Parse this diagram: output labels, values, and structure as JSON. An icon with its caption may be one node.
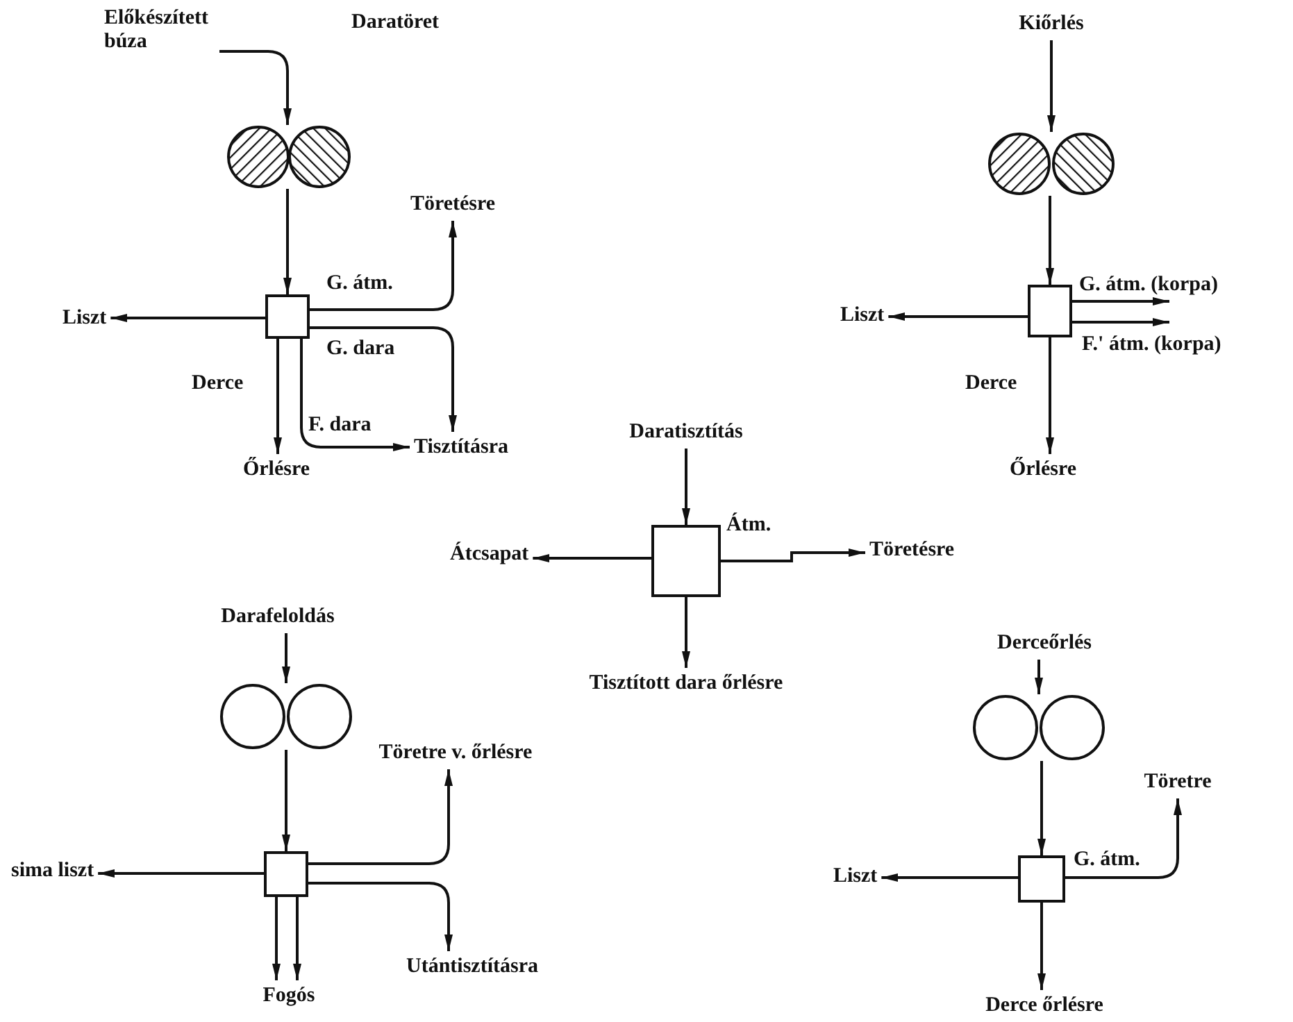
{
  "diagram": {
    "nodes": [
      {
        "text": [
          "Előkészített búza"
        ]
      },
      {
        "text": [],
        "shape": "hatched-circle"
      },
      {
        "text": [],
        "shape": "box"
      },
      {
        "text": [
          "Liszt"
        ]
      },
      {
        "text": [
          "Töretésre"
        ]
      },
      {
        "text": [
          "Őrlésre"
        ]
      },
      {
        "text": [
          "Tisztításra"
        ]
      },
      {
        "text": [
          "Kiőrlés"
        ]
      },
      {
        "text": [],
        "shape": "hatched-circle"
      },
      {
        "text": [],
        "shape": "box"
      },
      {
        "text": [
          "Liszt"
        ]
      },
      {
        "text": [
          "Őrlésre"
        ]
      },
      {
        "text": [
          "Daratisztítás"
        ]
      },
      {
        "text": [],
        "shape": "box"
      },
      {
        "text": [
          "Átcsapat"
        ]
      },
      {
        "text": [
          "Töretésre"
        ]
      },
      {
        "text": [
          "Tisztított dara őrlésre"
        ]
      },
      {
        "text": [
          "Darafeloldás"
        ]
      },
      {
        "text": [],
        "shape": "circle"
      },
      {
        "text": [],
        "shape": "box"
      },
      {
        "text": [
          "sima liszt"
        ]
      },
      {
        "text": [
          "Töretre v. őrlésre"
        ]
      },
      {
        "text": [
          "Fogós"
        ]
      },
      {
        "text": [
          "Utántisztításra"
        ]
      },
      {
        "text": [
          "Derceőrlés"
        ]
      },
      {
        "text": [],
        "shape": "circle"
      },
      {
        "text": [],
        "shape": "box"
      },
      {
        "text": [
          "Liszt"
        ]
      },
      {
        "text": [
          "Töretre"
        ]
      },
      {
        "text": [
          "Derce őrlésre"
        ]
      }
    ],
    "edges": [
      {
        "from": 0,
        "to": 1,
        "arrow": "to"
      },
      {
        "from": 1,
        "to": 2,
        "arrow": "to"
      },
      {
        "from": 2,
        "to": 3,
        "arrow": "to"
      },
      {
        "from": 2,
        "to": 4,
        "arrow": "to",
        "label": "G. átm."
      },
      {
        "from": 2,
        "to": 6,
        "arrow": "to",
        "label": "G. dara"
      },
      {
        "from": 2,
        "to": 5,
        "arrow": "to",
        "label": "Derce"
      },
      {
        "from": 2,
        "to": 6,
        "arrow": "to",
        "label": "F. dara"
      },
      {
        "from": 7,
        "to": 8,
        "arrow": "to"
      },
      {
        "from": 8,
        "to": 9,
        "arrow": "to"
      },
      {
        "from": 9,
        "to": 10,
        "arrow": "to"
      },
      {
        "from": 9,
        "to": null,
        "arrow": "to",
        "label": "G. átm. (korpa)"
      },
      {
        "from": 9,
        "to": null,
        "arrow": "to",
        "label": "F.' átm. (korpa)"
      },
      {
        "from": 9,
        "to": 11,
        "arrow": "to",
        "label": "Derce"
      },
      {
        "from": 12,
        "to": 13,
        "arrow": "to"
      },
      {
        "from": 13,
        "to": 14,
        "arrow": "to"
      },
      {
        "from": 13,
        "to": 15,
        "arrow": "to",
        "label": "Átm."
      },
      {
        "from": 13,
        "to": 16,
        "arrow": "to"
      },
      {
        "from": 17,
        "to": 18,
        "arrow": "to"
      },
      {
        "from": 18,
        "to": 19,
        "arrow": "to"
      },
      {
        "from": 19,
        "to": 20,
        "arrow": "to"
      },
      {
        "from": 19,
        "to": 21,
        "arrow": "to"
      },
      {
        "from": 19,
        "to": 23,
        "arrow": "to"
      },
      {
        "from": 19,
        "to": 22,
        "arrow": "to"
      },
      {
        "from": 19,
        "to": 22,
        "arrow": "to"
      },
      {
        "from": 24,
        "to": 25,
        "arrow": "to"
      },
      {
        "from": 25,
        "to": 26,
        "arrow": "to"
      },
      {
        "from": 26,
        "to": 27,
        "arrow": "to"
      },
      {
        "from": 26,
        "to": 28,
        "arrow": "to",
        "label": "G. átm."
      },
      {
        "from": 26,
        "to": 29,
        "arrow": "to"
      }
    ],
    "labels": [
      "Daratöret"
    ]
  }
}
